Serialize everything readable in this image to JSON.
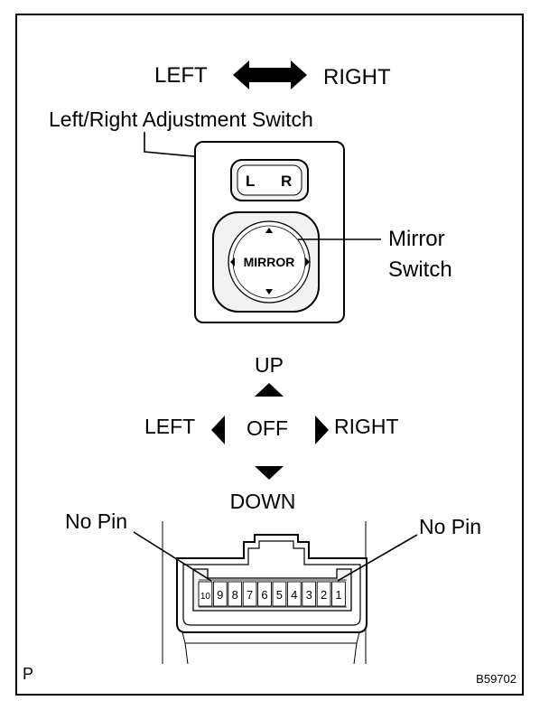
{
  "top": {
    "left_label": "LEFT",
    "right_label": "RIGHT"
  },
  "switch_panel": {
    "adjust_switch_label": "Left/Right Adjustment Switch",
    "adjust_left_key": "L",
    "adjust_right_key": "R",
    "mirror_key": "MIRROR",
    "mirror_switch_label_line1": "Mirror",
    "mirror_switch_label_line2": "Switch"
  },
  "directions": {
    "up": "UP",
    "left": "LEFT",
    "off": "OFF",
    "right": "RIGHT",
    "down": "DOWN"
  },
  "connector": {
    "no_pin_left": "No Pin",
    "no_pin_right": "No Pin",
    "pins": [
      "10",
      "9",
      "8",
      "7",
      "6",
      "5",
      "4",
      "3",
      "2",
      "1"
    ]
  },
  "footer": {
    "corner_code": "P",
    "figure_id": "B59702"
  },
  "colors": {
    "line": "#000000",
    "fill_light": "#f2f2f2",
    "background": "#ffffff"
  }
}
